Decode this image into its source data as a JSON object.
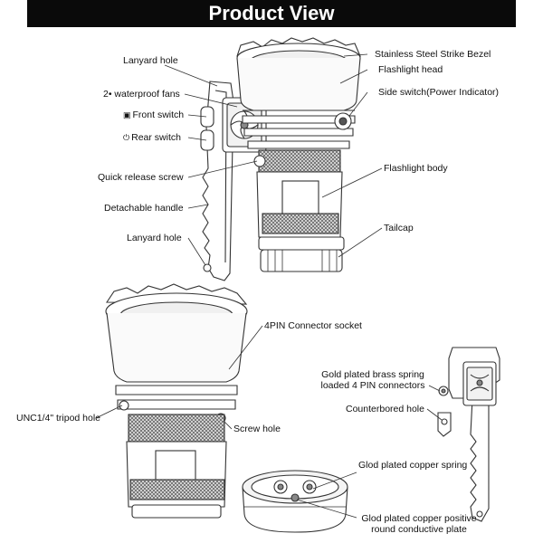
{
  "title": "Product View",
  "labels": {
    "lanyard_hole_top": "Lanyard hole",
    "waterproof_fans": "2• waterproof fans",
    "front_switch": "Front switch",
    "rear_switch": "Rear switch",
    "quick_release_screw": "Quick release screw",
    "detachable_handle": "Detachable handle",
    "lanyard_hole_bottom": "Lanyard hole",
    "strike_bezel": "Stainless Steel Strike Bezel",
    "flashlight_head": "Flashlight head",
    "side_switch": "Side switch(Power Indicator)",
    "flashlight_body": "Flashlight body",
    "tailcap": "Tailcap",
    "connector_socket": "4PIN Connector socket",
    "tripod_hole": "UNC1/4\" tripod hole",
    "screw_hole": "Screw hole",
    "gold_spring_1": "Gold plated brass spring",
    "gold_spring_2": "loaded 4 PIN connectors",
    "counterbored_hole": "Counterbored hole",
    "copper_spring": "Glod plated copper spring",
    "copper_plate_1": "Glod plated copper positive",
    "copper_plate_2": "round conductive plate"
  },
  "icons": {
    "front_switch": "battery-switch-icon",
    "rear_switch": "power-icon"
  },
  "colors": {
    "banner": "#0a0a0a",
    "banner_text": "#ffffff",
    "line": "#333333"
  }
}
